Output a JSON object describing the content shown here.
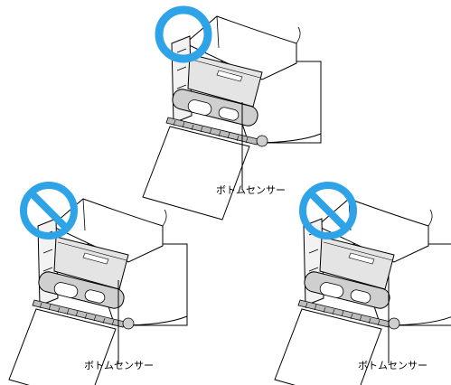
{
  "colors": {
    "ok_mark": "#2ea3e8",
    "ng_mark": "#2ea3e8",
    "line": "#000000",
    "paper": "#ffffff",
    "shade": "#e4e4e4",
    "roller": "#cfcfcf"
  },
  "panels": [
    {
      "status_icon": "circle-ok-icon",
      "label": "ボトムセンサー"
    },
    {
      "status_icon": "prohibited-icon",
      "label": "ボトムセンサー"
    },
    {
      "status_icon": "prohibited-icon",
      "label": "ボトムセンサー"
    }
  ]
}
